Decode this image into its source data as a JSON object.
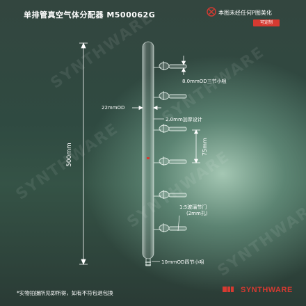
{
  "title": "单排管真空气体分配器  M500062G",
  "notice": "本图未经任何P图美化",
  "badge": "可定制",
  "watermark": "SYNTHWARE",
  "labels": {
    "height": "500mm",
    "od22": "22mmOD",
    "od8": "8.0mmOD三节小咀",
    "thick": "2.0mm加厚设计",
    "spacing": "75mm",
    "valve_line1": "1:5玻璃节门",
    "valve_line2": "(2mm孔)",
    "od10": "10mmOD四节小咀"
  },
  "footer": "*实物拍摄所见即所得，如有不符包退包换",
  "brand": "SYNTHWARE",
  "colors": {
    "accent": "#d63a31",
    "text": "#ffffff"
  }
}
